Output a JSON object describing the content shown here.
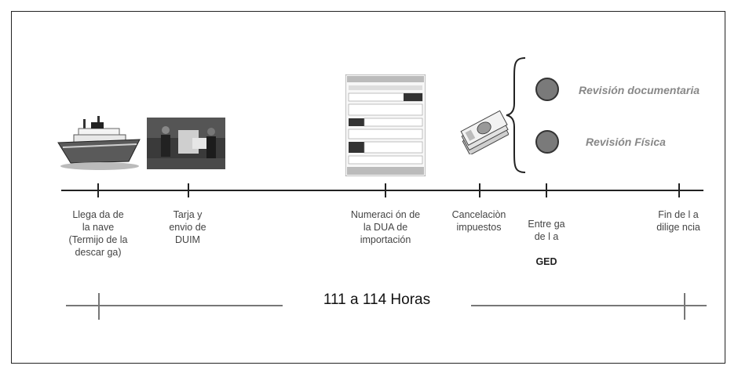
{
  "milestones": [
    {
      "label": "Llega da de\nla nave\n(Termijo de la\ndescar ga)"
    },
    {
      "label": "Tarja y\nenvio de\nDUIM"
    },
    {
      "label": "Numeraci ón de\nla DUA de\nimportación"
    },
    {
      "label": "Cancelaciòn\nimpuestos"
    },
    {
      "label": "Entre ga\nde l a",
      "bold": "GED"
    },
    {
      "label": "Fin de l a\ndilige ncia"
    }
  ],
  "branches": [
    {
      "label": "Revisión documentaria"
    },
    {
      "label": "Revisión Física"
    }
  ],
  "duration": {
    "label": "111 a 114 Horas"
  },
  "icons": [
    "ship-icon",
    "workers-photo",
    "form-document-icon",
    "money-stack-icon"
  ],
  "colors": {
    "circle": "#7a7a7a",
    "branch_text": "#888888",
    "duration_line": "#777777"
  }
}
